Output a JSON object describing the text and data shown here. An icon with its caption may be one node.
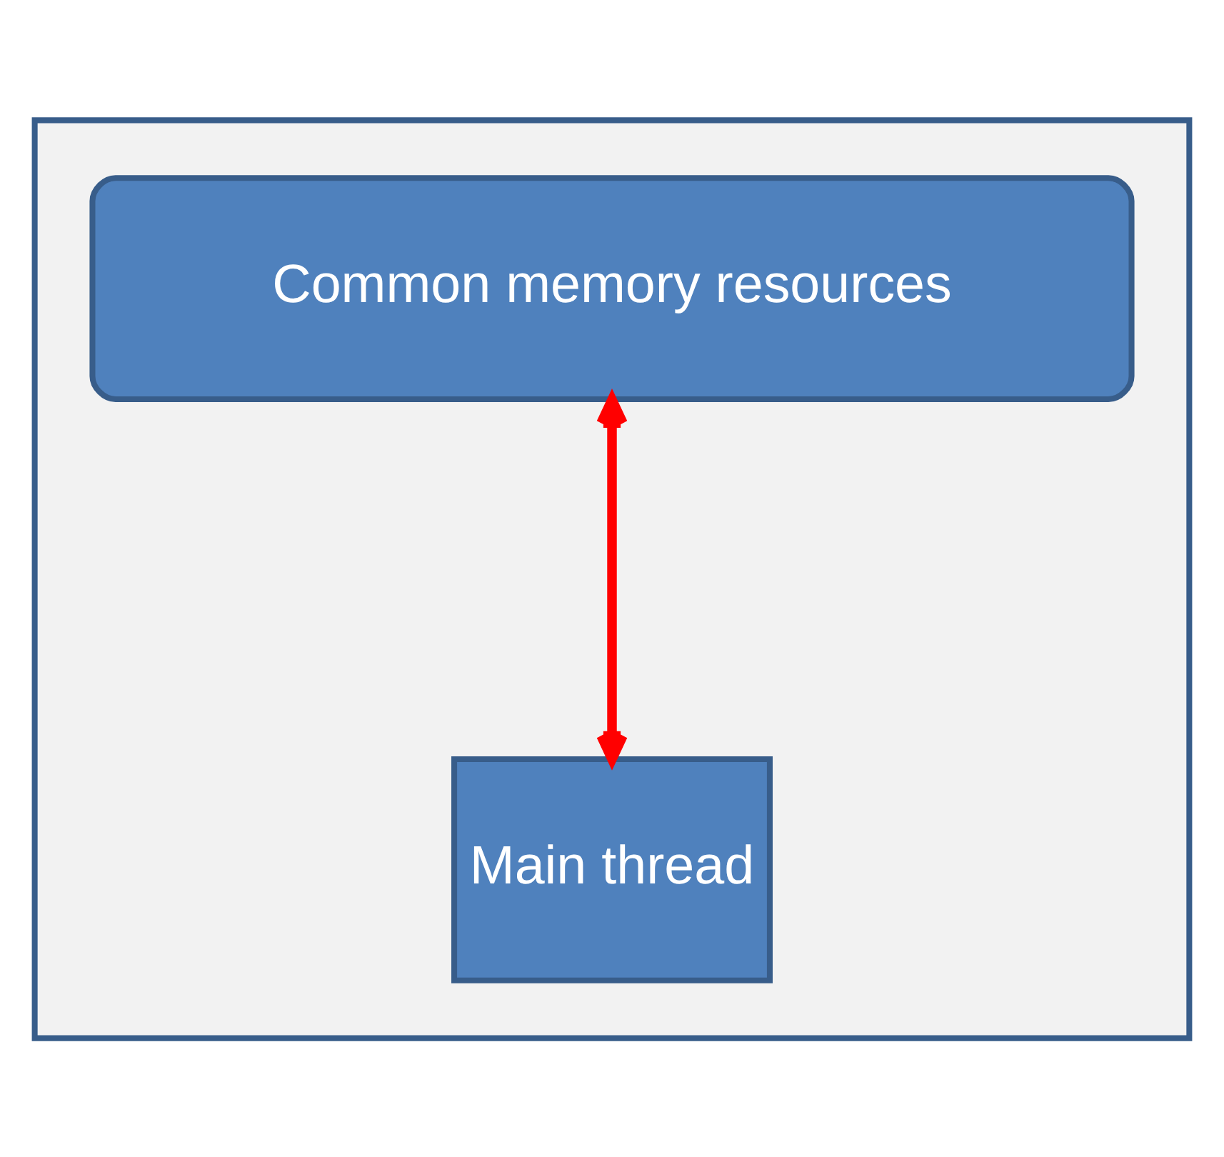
{
  "diagram": {
    "nodes": [
      {
        "text": [],
        "shape": "box"
      },
      {
        "text": [
          "Common memory resources"
        ],
        "in": 0
      },
      {
        "text": [
          "Main thread"
        ],
        "in": 0
      }
    ],
    "edges": [
      {
        "from": 1,
        "to": 2,
        "arrow": "both",
        "color": "#ff0000"
      }
    ]
  }
}
